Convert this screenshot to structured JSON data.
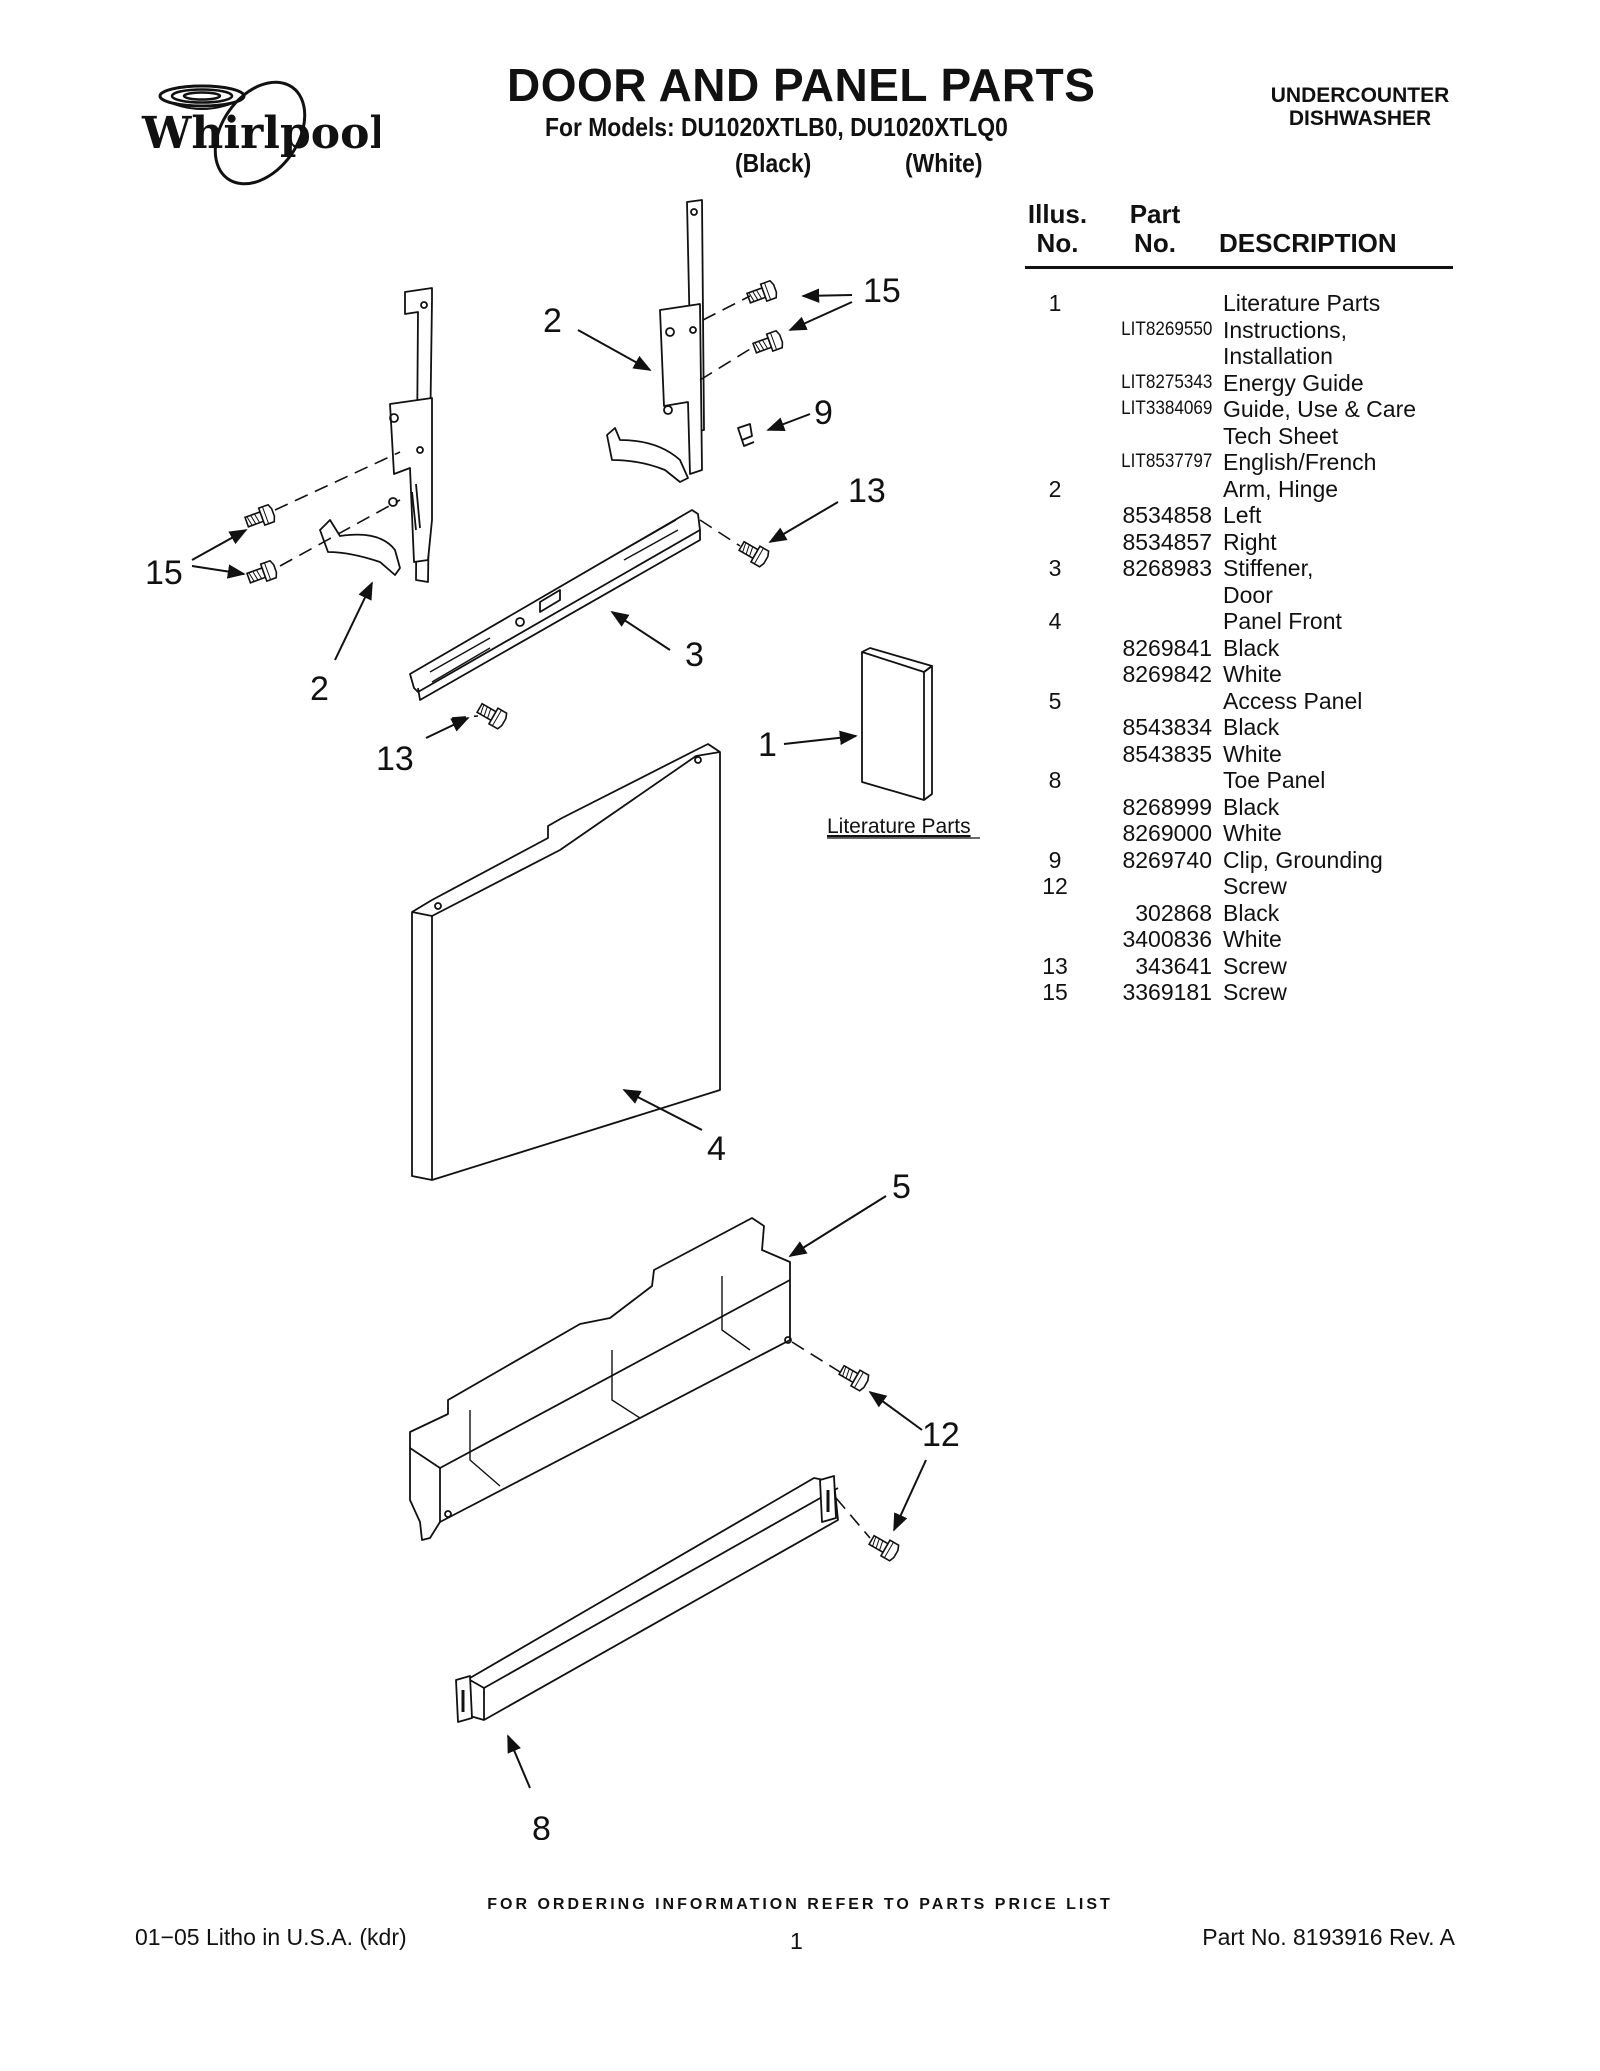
{
  "header": {
    "brand": "Whirlpool",
    "title": "DOOR AND PANEL PARTS",
    "models_line": "For Models: DU1020XTLB0, DU1020XTLQ0",
    "variant_black": "(Black)",
    "variant_white": "(White)",
    "category_line1": "UNDERCOUNTER",
    "category_line2": "DISHWASHER"
  },
  "table": {
    "col_illus": [
      "Illus.",
      "No."
    ],
    "col_part": [
      "Part",
      "No."
    ],
    "col_desc": "DESCRIPTION",
    "rows": [
      {
        "illus": "1",
        "part": "",
        "desc": "Literature Parts"
      },
      {
        "illus": "",
        "part": "LIT8269550",
        "desc": "Instructions,"
      },
      {
        "illus": "",
        "part": "",
        "desc": "Installation"
      },
      {
        "illus": "",
        "part": "LIT8275343",
        "desc": "Energy Guide"
      },
      {
        "illus": "",
        "part": "LIT3384069",
        "desc": "Guide, Use & Care"
      },
      {
        "illus": "",
        "part": "",
        "desc": "Tech Sheet"
      },
      {
        "illus": "",
        "part": "LIT8537797",
        "desc": "English/French"
      },
      {
        "illus": "2",
        "part": "",
        "desc": "Arm, Hinge"
      },
      {
        "illus": "",
        "part": "8534858",
        "desc": "Left"
      },
      {
        "illus": "",
        "part": "8534857",
        "desc": "Right"
      },
      {
        "illus": "3",
        "part": "8268983",
        "desc": "Stiffener,"
      },
      {
        "illus": "",
        "part": "",
        "desc": "Door"
      },
      {
        "illus": "4",
        "part": "",
        "desc": "Panel Front"
      },
      {
        "illus": "",
        "part": "8269841",
        "desc": "Black"
      },
      {
        "illus": "",
        "part": "8269842",
        "desc": "White"
      },
      {
        "illus": "5",
        "part": "",
        "desc": "Access Panel"
      },
      {
        "illus": "",
        "part": "8543834",
        "desc": "Black"
      },
      {
        "illus": "",
        "part": "8543835",
        "desc": "White"
      },
      {
        "illus": "8",
        "part": "",
        "desc": "Toe Panel"
      },
      {
        "illus": "",
        "part": "8268999",
        "desc": "Black"
      },
      {
        "illus": "",
        "part": "8269000",
        "desc": "White"
      },
      {
        "illus": "9",
        "part": "8269740",
        "desc": "Clip, Grounding"
      },
      {
        "illus": "12",
        "part": "",
        "desc": "Screw"
      },
      {
        "illus": "",
        "part": "302868",
        "desc": "Black"
      },
      {
        "illus": "",
        "part": "3400836",
        "desc": "White"
      },
      {
        "illus": "13",
        "part": "343641",
        "desc": "Screw"
      },
      {
        "illus": "15",
        "part": "3369181",
        "desc": "Screw"
      }
    ]
  },
  "diagram": {
    "callouts": {
      "c15_top": "15",
      "c2_top": "2",
      "c9": "9",
      "c13_right": "13",
      "c15_left": "15",
      "c3": "3",
      "c2_left": "2",
      "c13_left": "13",
      "c1": "1",
      "c4": "4",
      "c5": "5",
      "c12": "12",
      "c8": "8"
    },
    "literature_label": "Literature Parts"
  },
  "footer": {
    "ordering_note": "FOR ORDERING INFORMATION REFER TO PARTS PRICE LIST",
    "litho": "01−05 Litho in U.S.A. (kdr)",
    "page_number": "1",
    "part_number": "Part No. 8193916 Rev. A"
  }
}
